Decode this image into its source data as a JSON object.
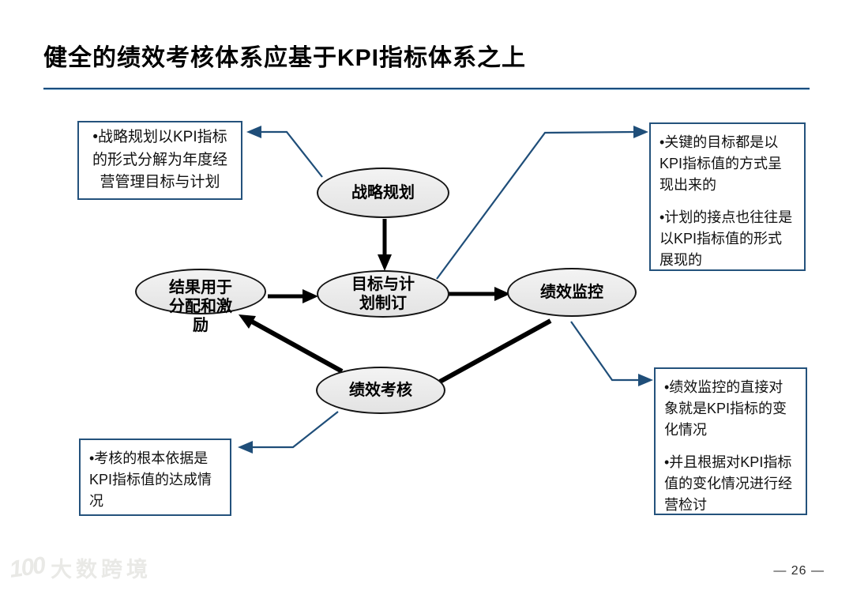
{
  "page": {
    "title": "健全的绩效考核体系应基于KPI指标体系之上"
  },
  "diagram": {
    "nodes": {
      "strategic_planning": {
        "label": "战略规划"
      },
      "goal_planning": {
        "label": "目标与计划制订"
      },
      "results_incentive": {
        "label": "结果用于分配和激励"
      },
      "performance_monitoring": {
        "label": "绩效监控"
      },
      "performance_assessment": {
        "label": "绩效考核"
      }
    },
    "callouts": {
      "top_left": {
        "bullets": [
          "•战略规划以KPI指标的形式分解为年度经营管理目标与计划"
        ]
      },
      "top_right": {
        "bullets": [
          "•关键的目标都是以KPI指标值的方式呈现出来的",
          "•计划的接点也往往是以KPI指标值的形式展现的"
        ]
      },
      "bottom_left": {
        "bullets": [
          "•考核的根本依据是KPI指标值的达成情况"
        ]
      },
      "bottom_right": {
        "bullets": [
          "•绩效监控的直接对象就是KPI指标的变化情况",
          "•并且根据对KPI指标值的变化情况进行经营检讨"
        ]
      }
    },
    "colors": {
      "connector_blue": "#1f4e79",
      "callout_border": "#24527c",
      "ellipse_fill": "#ebebeb",
      "ellipse_border": "#141414",
      "arrow_black": "#000000",
      "title_rule": "#1b4e7e"
    }
  },
  "footer": {
    "logo_mark": "100",
    "watermark": "大数跨境",
    "page_number": "— 26 —"
  }
}
